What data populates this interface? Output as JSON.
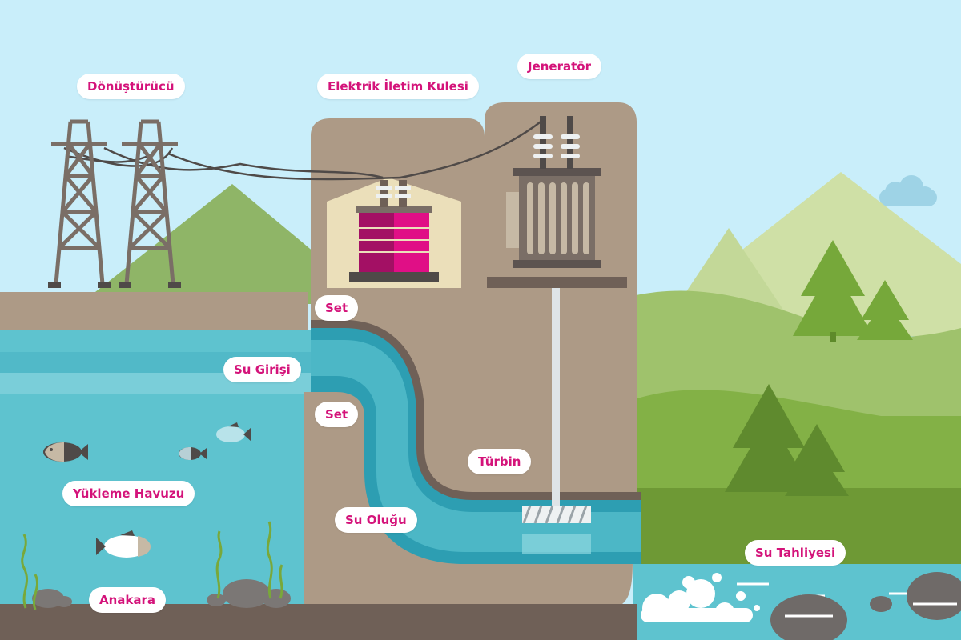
{
  "labels": {
    "transformer": "Dönüştürücü",
    "tower": "Elektrik İletim Kulesi",
    "generator": "Jeneratör",
    "dam_top": "Set",
    "water_intake": "Su Girişi",
    "dam_mid": "Set",
    "turbine": "Türbin",
    "reservoir": "Yükleme Havuzu",
    "penstock": "Su Oluğu",
    "bedrock": "Anakara",
    "outflow": "Su Tahliyesi"
  },
  "colors": {
    "sky": "#c9eefa",
    "dam": "#ad9a86",
    "water": "#5ec3cf",
    "water_dark": "#2d9eb2",
    "accent": "#d4137a",
    "ground": "#6f6057",
    "grass": "#7aa845"
  }
}
